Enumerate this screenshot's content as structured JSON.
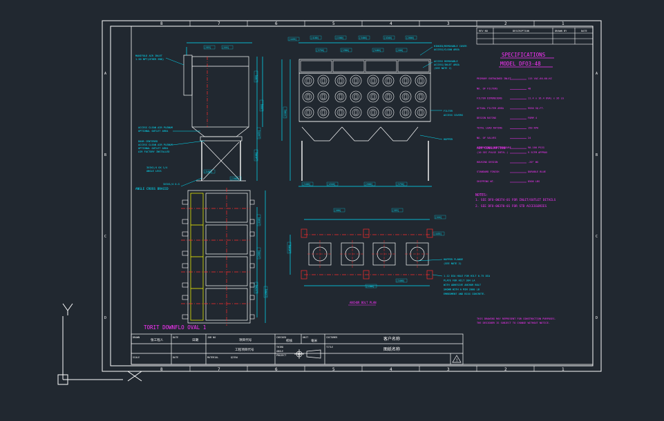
{
  "colors": {
    "background": "#212830",
    "border": "#ffffff",
    "cyan": "#00e5ff",
    "magenta": "#ff33ff",
    "red": "#ff2b2b",
    "yellow": "#ffff00",
    "green": "#33ff33"
  },
  "border": {
    "column_numbers": [
      "8",
      "7",
      "6",
      "5",
      "4",
      "3",
      "2",
      "1"
    ],
    "row_letters": [
      "A",
      "B",
      "C",
      "D"
    ]
  },
  "revision_table": {
    "headers": [
      "REV NO",
      "DESCRIPTION",
      "DRAWN BY",
      "DATE"
    ]
  },
  "specifications": {
    "title": "SPECIFICATIONS",
    "model": "MODEL DFO3-48",
    "rows": [
      {
        "label": "PRIMARY ENTRAINED INLET",
        "value": "115 VAC-60-60-HZ"
      },
      {
        "label": "NO. OF FILTERS",
        "value": "48"
      },
      {
        "label": "FILTER DIMENSIONS",
        "value": "11.4 x 16.4 OVAL x 26 LG"
      },
      {
        "label": "ACTUAL FILTER AREA",
        "value": "9550 SQ.FT."
      },
      {
        "label": "DESIGN RATING",
        "value": "FORM 4"
      },
      {
        "label": "TOTAL LOAD RATING",
        "value": "150 KPA"
      },
      {
        "label": "NO. OF VALVES",
        "value": "24"
      },
      {
        "label": "COMPRESSED AIR PRESSURE",
        "value": "90-100 PSIG"
      }
    ],
    "air_consumption_heading": "AIR CONSUMPTION",
    "air_rows": [
      {
        "label": "(10 SEC PULSE INTVL.)",
        "value": "9 SCFM APPROX"
      },
      {
        "label": "HOUSING DESIGN",
        "value": "-20\" WG"
      },
      {
        "label": "STANDARD FINISH",
        "value": "DURABLE BLUE"
      },
      {
        "label": "SHIPPING WT.",
        "value": "8500 LBS"
      }
    ],
    "notes_heading": "NOTES:",
    "notes": [
      "1. SEE DFO-00374-01 FOR INLET/OUTLET DETAILS",
      "2. SEE DFO-00370-01 FOR STD ACCESSORIES"
    ]
  },
  "callouts": {
    "manifold": "MANIFOLD AIR INLET\n1.50 NPT(OTHER END)",
    "hinged_cover": "HINGED/REMOVABLE COVER\nACCESS/CLEAN AREA",
    "access_cover": "ACCESS REMOVABLE\nACCESS/INLET AREA\n(SEE NOTE 2)",
    "filter_covers": "FILTER\nACCESS COVERS",
    "hopper": "HOPPER",
    "access_clean": "ACCESS CLEAN AIR PLENUM\nOPTIONAL OUTLET AREA",
    "door_centered": "DOOR CENTERED\nACCESS CLEAN AIR PLENUM\nOPTIONAL OUTLET AREA\nAIR FACTORY INSTALLED",
    "angle": "3X3X1/4 OX 1/4\nANGLE LEGS",
    "angle_cross": "ANGLE CROSS BRACED",
    "angle_spec": "3X3X1/4 O-G",
    "hopper_flange": "HOPPER FLANGE\n(SEE NOTE 2)",
    "anchor_note": "1.12 DIA HOLE FOR HILT 0.75 DIA\nPLATE FOR HILT 304 LA\nWITH ADHESIVE ANCHOR BOLT\nSHOWN WITH A MIN 2000 LB\nEMBEDMENT AND BIXX CONCRETE.",
    "anchor_plan": "ANCHOR BOLT PLAN",
    "disclaimer": "THIS DRAWING MAY REPRESENT FOR CONSTRUCTION PURPOSES.\nTHE DESIGNER IS SUBJECT TO CHANGE WITHOUT NOTICE."
  },
  "dimension_labels": [
    "[SEE] ",
    "[XXX]",
    "[4455]",
    "[4100]",
    "[1500]",
    "[3400]",
    "[4340]",
    "[2000]",
    "[3750]",
    "[1980]",
    "[5460]",
    "[X00]"
  ],
  "drawing_title": "TORIT DOWNFLO OVAL  1",
  "title_block": {
    "drawn_label": "DRAWN",
    "drawn_value": "张工程人",
    "date_label": "DATE",
    "date_value": "日期",
    "job_label": "JOB NO",
    "job_value": "项目代号",
    "checked_label": "CHECKED",
    "checked_value": "校核",
    "unit_label": "UNIT",
    "unit_value": "毫米",
    "customer_label": "CUSTOMER",
    "customer_value": "客户名称",
    "row2_value": "工程项目代号",
    "third_angle": "THIRD\nANGLE\nPROJECT",
    "title_label": "TITLE",
    "title_value": "图纸名称",
    "scale_label": "SCALE",
    "material_label": "MATERIAL",
    "material_value": "Q235A",
    "date2_label": "DATE"
  }
}
